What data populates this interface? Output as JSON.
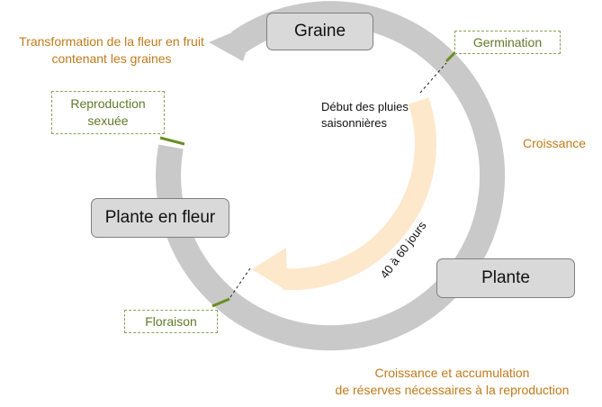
{
  "stages": {
    "graine": "Graine",
    "plante_en_fleur": "Plante en fleur",
    "plante": "Plante"
  },
  "events": {
    "germination": "Germination",
    "reproduction_line1": "Reproduction",
    "reproduction_line2": "sexuée",
    "floraison": "Floraison"
  },
  "notes": {
    "transformation_line1": "Transformation de la fleur en fruit",
    "transformation_line2": "contenant les graines",
    "croissance": "Croissance",
    "accumulation_line1": "Croissance et accumulation",
    "accumulation_line2": "de réserves nécessaires à la reproduction",
    "pluies_line1": "Début des pluies",
    "pluies_line2": "saisonnières",
    "duree": "40 à 60 jours"
  },
  "colors": {
    "cycle_ring": "#c9c9c9",
    "rainy_season_arc": "#fde8cc",
    "event_tick": "#6b8e23",
    "event_text": "#5f7a2a",
    "note_text": "#c07a1a"
  }
}
